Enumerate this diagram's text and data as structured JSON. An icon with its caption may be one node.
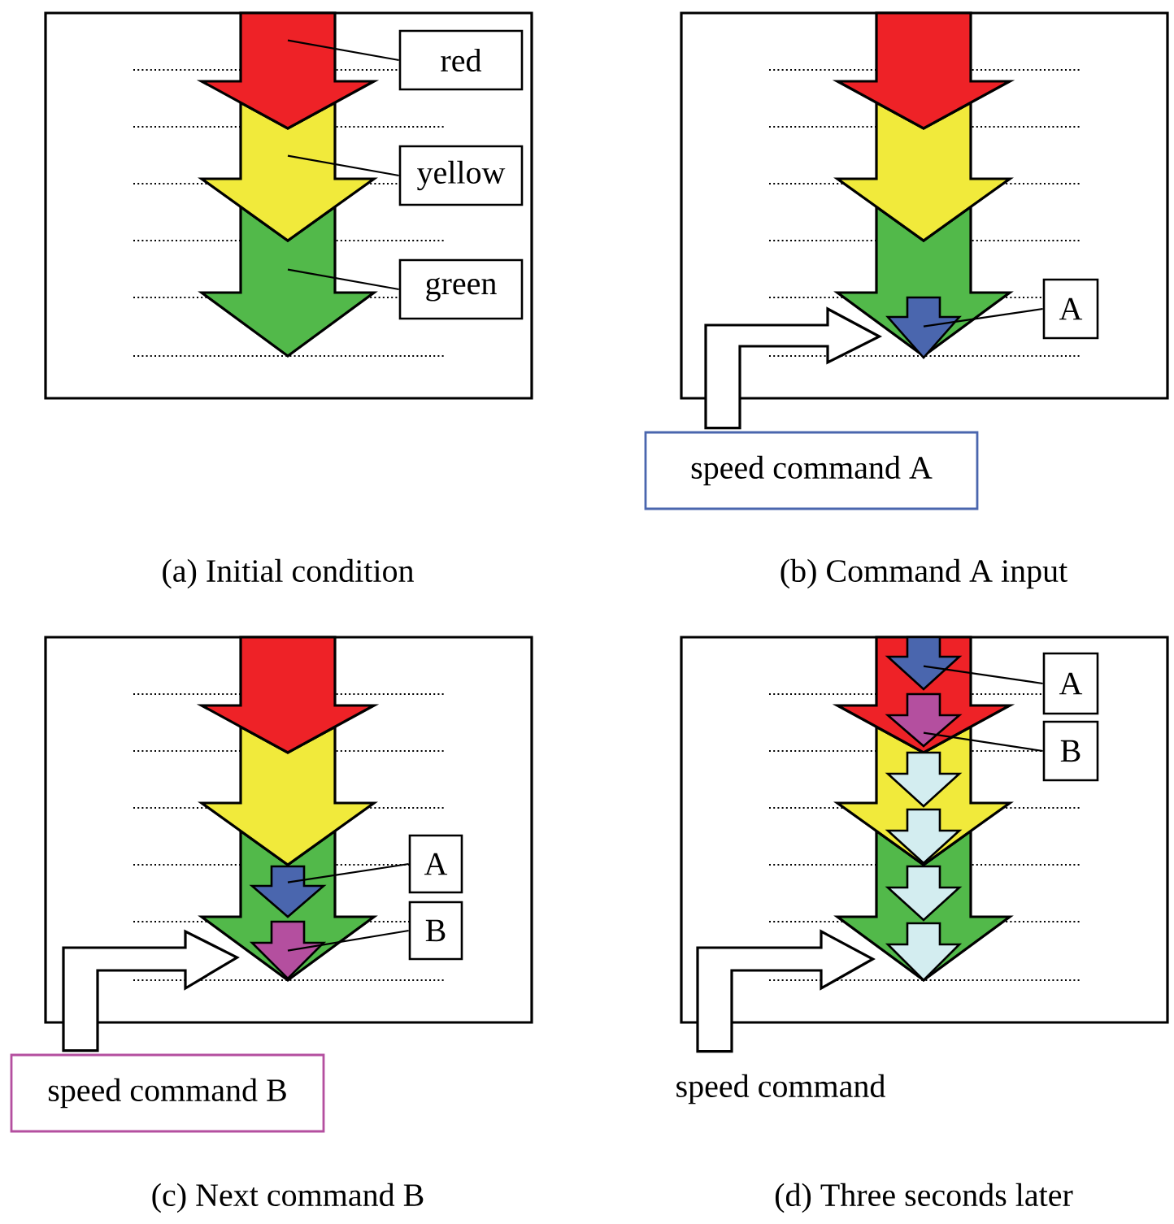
{
  "diagram": {
    "nodes": [
      {
        "text": [],
        "shape": "box"
      },
      {
        "text": [],
        "shape": "arrow",
        "in": 0
      },
      {
        "text": [],
        "shape": "arrow",
        "in": 0
      },
      {
        "text": [],
        "shape": "arrow",
        "in": 0
      },
      {
        "text": [
          "red"
        ],
        "in": 0
      },
      {
        "text": [
          "yellow"
        ],
        "in": 0
      },
      {
        "text": [
          "green"
        ],
        "in": 0
      },
      {
        "text": [],
        "shape": "box"
      },
      {
        "text": [],
        "shape": "arrow",
        "in": 7
      },
      {
        "text": [],
        "shape": "arrow",
        "in": 7
      },
      {
        "text": [],
        "shape": "arrow",
        "in": 7
      },
      {
        "text": [],
        "shape": "arrow",
        "in": 10
      },
      {
        "text": [
          "A"
        ],
        "in": 7
      },
      {
        "text": [
          "speed command A"
        ]
      },
      {
        "text": [],
        "shape": "box"
      },
      {
        "text": [],
        "shape": "arrow",
        "in": 14
      },
      {
        "text": [],
        "shape": "arrow",
        "in": 14
      },
      {
        "text": [],
        "shape": "arrow",
        "in": 14
      },
      {
        "text": [],
        "shape": "arrow",
        "in": 17
      },
      {
        "text": [],
        "shape": "arrow",
        "in": 17
      },
      {
        "text": [
          "A"
        ],
        "in": 14
      },
      {
        "text": [
          "B"
        ],
        "in": 14
      },
      {
        "text": [
          "speed command B"
        ]
      },
      {
        "text": [],
        "shape": "box"
      },
      {
        "text": [],
        "shape": "arrow",
        "in": 23
      },
      {
        "text": [],
        "shape": "arrow",
        "in": 23
      },
      {
        "text": [],
        "shape": "arrow",
        "in": 23
      },
      {
        "text": [],
        "shape": "arrow",
        "in": 24
      },
      {
        "text": [],
        "shape": "arrow",
        "in": 24
      },
      {
        "text": [],
        "shape": "arrow",
        "in": 25
      },
      {
        "text": [],
        "shape": "arrow",
        "in": 25
      },
      {
        "text": [],
        "shape": "arrow",
        "in": 26
      },
      {
        "text": [],
        "shape": "arrow",
        "in": 26
      },
      {
        "text": [
          "A"
        ],
        "in": 23
      },
      {
        "text": [
          "B"
        ],
        "in": 23
      },
      {
        "text": [
          "speed command"
        ]
      }
    ],
    "edges": [
      {
        "from": 4,
        "to": 1,
        "arrow": "none"
      },
      {
        "from": 5,
        "to": 2,
        "arrow": "none"
      },
      {
        "from": 6,
        "to": 3,
        "arrow": "none"
      },
      {
        "from": 12,
        "to": 11,
        "arrow": "none"
      },
      {
        "from": 13,
        "to": 11,
        "arrow": "to"
      },
      {
        "from": 20,
        "to": 18,
        "arrow": "none"
      },
      {
        "from": 21,
        "to": 19,
        "arrow": "none"
      },
      {
        "from": 22,
        "to": 19,
        "arrow": "to"
      },
      {
        "from": 33,
        "to": 27,
        "arrow": "none"
      },
      {
        "from": 34,
        "to": 28,
        "arrow": "none"
      },
      {
        "from": 35,
        "to": 32,
        "arrow": "to"
      }
    ],
    "labels": [
      "(a) Initial condition",
      "(b) Command A input",
      "(c) Next command B",
      "(d) Three seconds later"
    ]
  }
}
